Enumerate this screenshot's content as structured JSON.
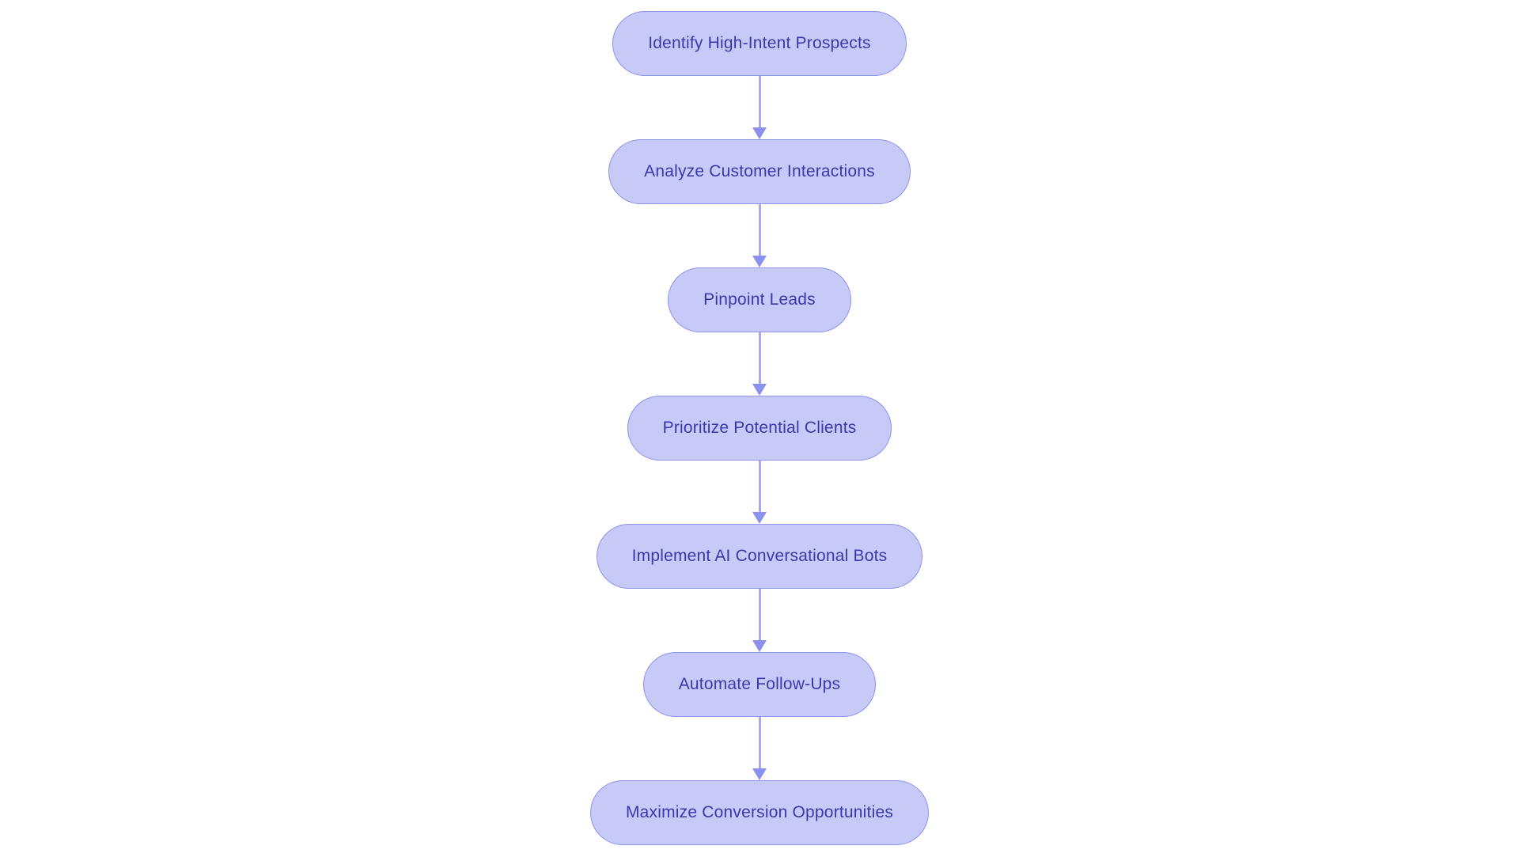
{
  "flowchart": {
    "title": "",
    "direction": "top-down",
    "colors": {
      "background": "#ffffff",
      "node_fill": "#c7c9f6",
      "node_border": "#8e93ec",
      "node_text": "#3b38ae",
      "arrow_line": "#a5a9f1",
      "arrow_head": "#8b90ee"
    },
    "nodes": [
      {
        "label": "Identify High-Intent Prospects"
      },
      {
        "label": "Analyze Customer Interactions"
      },
      {
        "label": "Pinpoint Leads"
      },
      {
        "label": "Prioritize Potential Clients"
      },
      {
        "label": "Implement AI Conversational Bots"
      },
      {
        "label": "Automate Follow-Ups"
      },
      {
        "label": "Maximize Conversion Opportunities"
      }
    ],
    "edges": [
      {
        "from": 0,
        "to": 1
      },
      {
        "from": 1,
        "to": 2
      },
      {
        "from": 2,
        "to": 3
      },
      {
        "from": 3,
        "to": 4
      },
      {
        "from": 4,
        "to": 5
      },
      {
        "from": 5,
        "to": 6
      }
    ]
  }
}
